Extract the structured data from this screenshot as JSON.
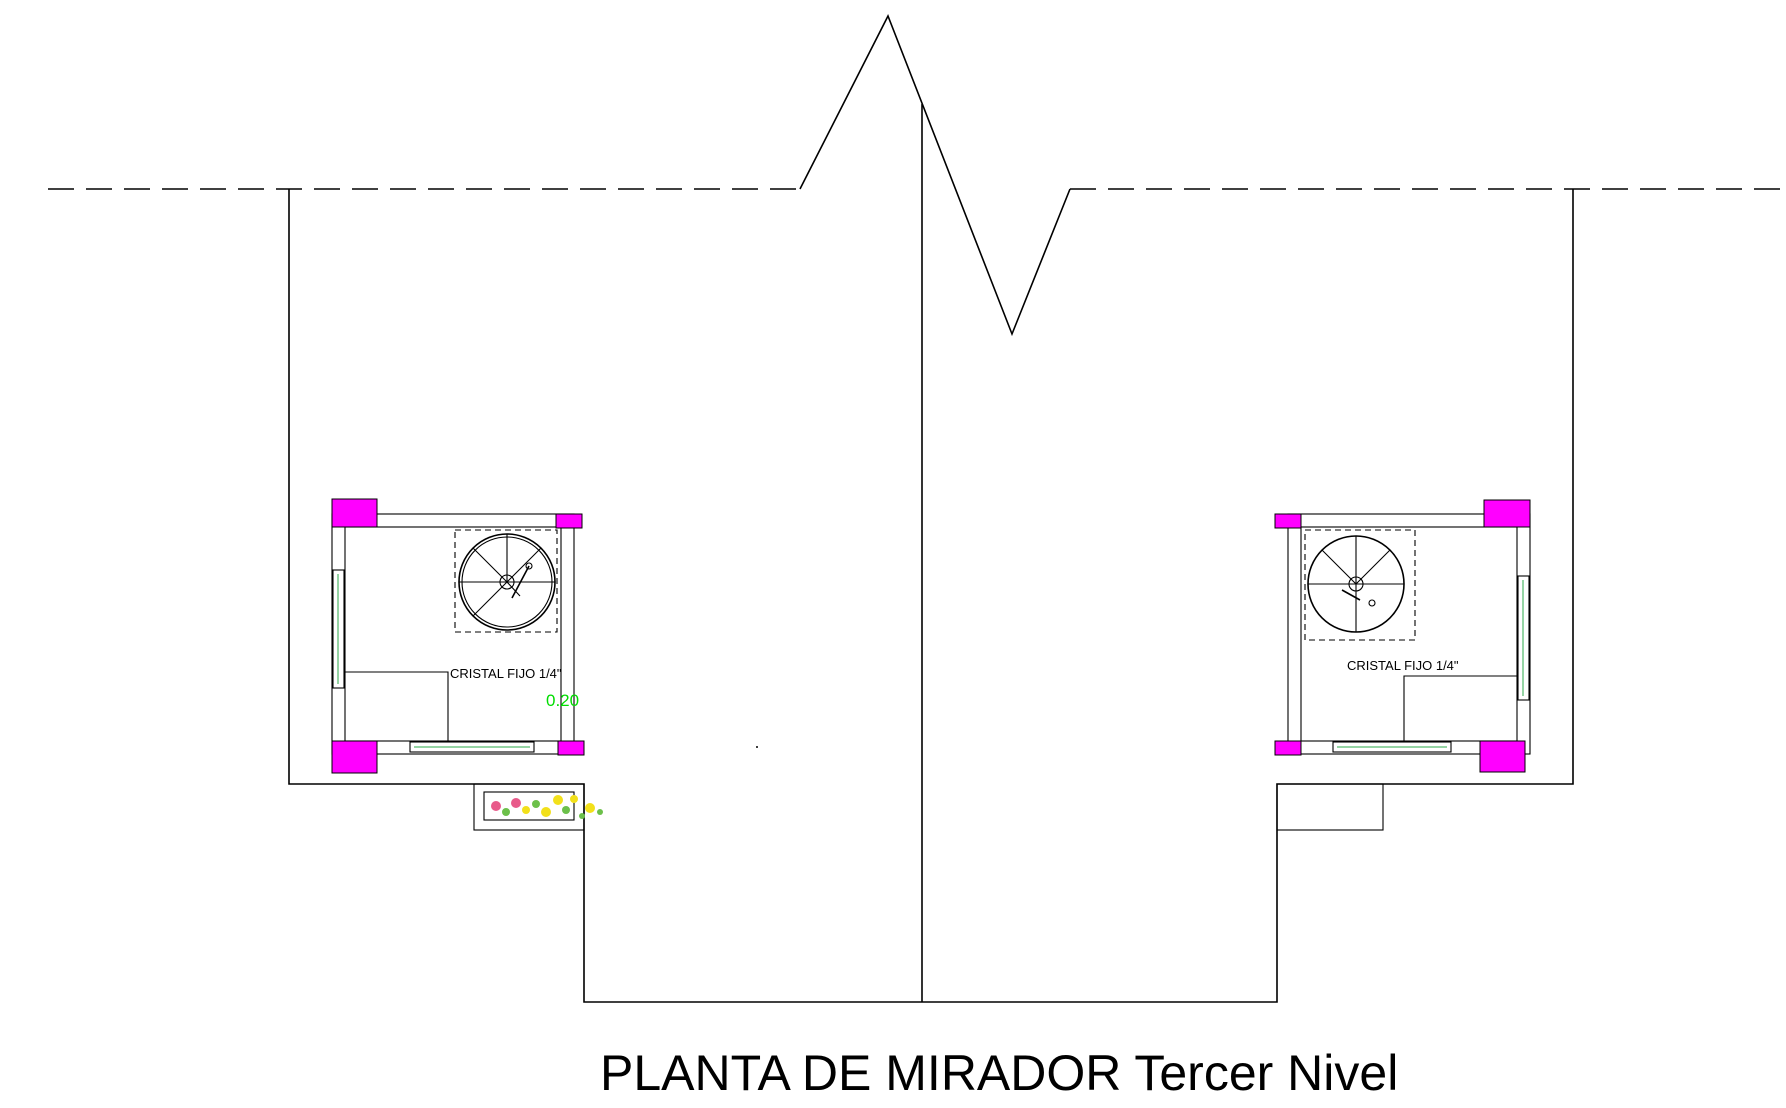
{
  "drawing": {
    "title": "PLANTA DE MIRADOR Tercer Nivel",
    "left_tower": {
      "window_label": "CRISTAL FIJO 1/4\"",
      "dimension": "0.20"
    },
    "right_tower": {
      "window_label": "CRISTAL FIJO 1/4\""
    }
  },
  "colors": {
    "column": "#ff00ff",
    "dimension": "#00dd00",
    "window_glass": "#2ba84a",
    "line": "#000000"
  }
}
